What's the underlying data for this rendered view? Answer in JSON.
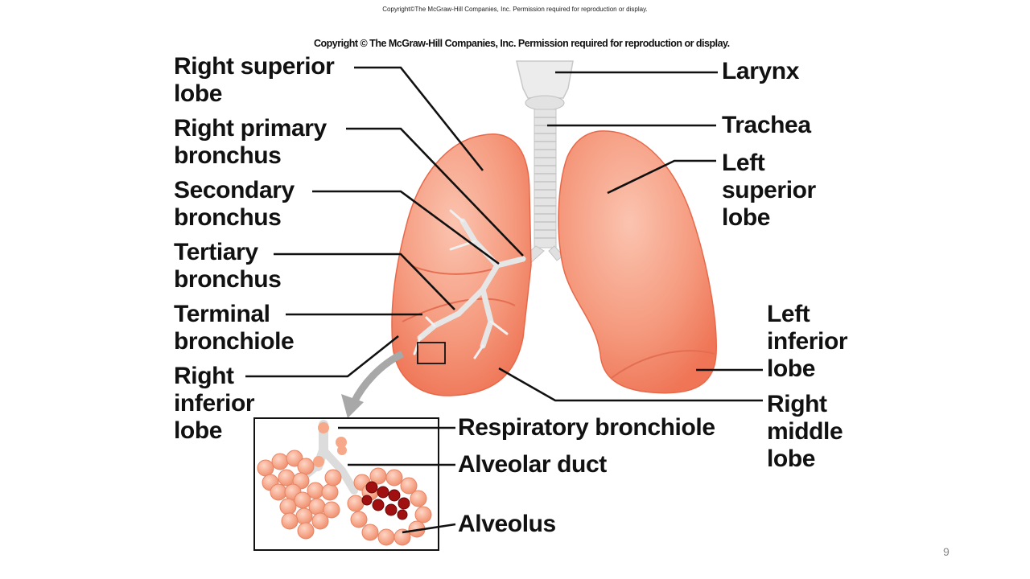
{
  "slide": {
    "copyright_top": "Copyright©The McGraw-Hill Companies, Inc. Permission required for reproduction or display.",
    "copyright_figure": "Copyright © The McGraw-Hill Companies, Inc. Permission required for reproduction or display.",
    "page_number": "9"
  },
  "labels": {
    "right_superior_lobe": [
      "Right superior",
      "lobe"
    ],
    "right_primary_bronchus": [
      "Right primary",
      "bronchus"
    ],
    "secondary_bronchus": [
      "Secondary",
      "bronchus"
    ],
    "tertiary_bronchus": [
      "Tertiary",
      "bronchus"
    ],
    "terminal_bronchiole": [
      "Terminal",
      "bronchiole"
    ],
    "right_inferior_lobe": [
      "Right",
      "inferior",
      "lobe"
    ],
    "larynx": [
      "Larynx"
    ],
    "trachea": [
      "Trachea"
    ],
    "left_superior_lobe": [
      "Left",
      "superior",
      "lobe"
    ],
    "left_inferior_lobe": [
      "Left",
      "inferior",
      "lobe"
    ],
    "right_middle_lobe": [
      "Right",
      "middle",
      "lobe"
    ],
    "respiratory_bronchiole": [
      "Respiratory bronchiole"
    ],
    "alveolar_duct": [
      "Alveolar duct"
    ],
    "alveolus": [
      "Alveolus"
    ]
  },
  "colors": {
    "lung_fill": "#f4876a",
    "lung_light": "#f9b9a4",
    "airway": "#dcdcdc",
    "alveoli": "#f6a888",
    "blood": "#a01010",
    "leader": "#111111"
  }
}
